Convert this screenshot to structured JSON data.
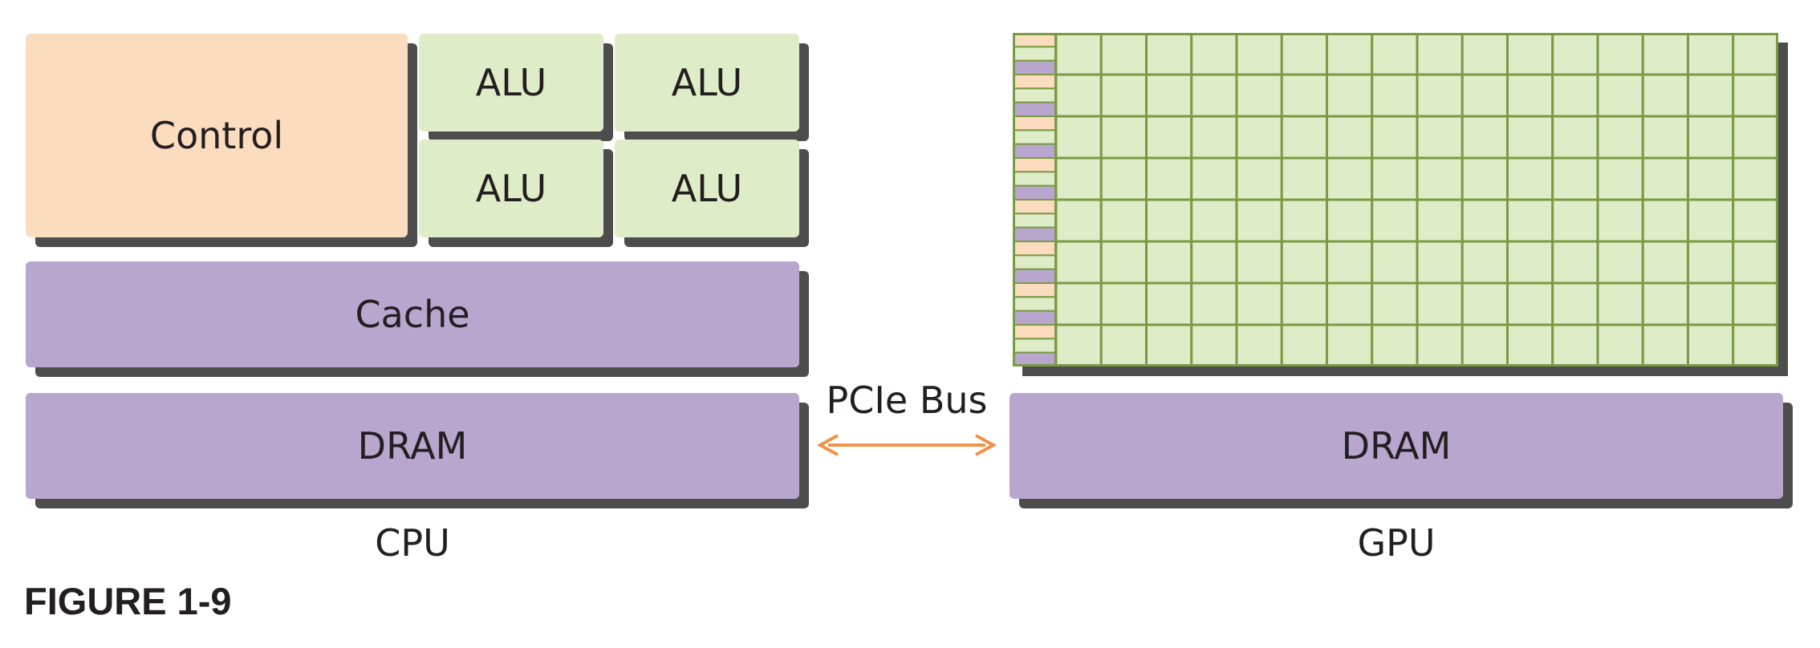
{
  "cpu": {
    "control": "Control",
    "alus": [
      "ALU",
      "ALU",
      "ALU",
      "ALU"
    ],
    "cache": "Cache",
    "dram": "DRAM",
    "label": "CPU"
  },
  "gpu": {
    "dram": "DRAM",
    "label": "GPU",
    "grid": {
      "rows": 8,
      "alu_columns": 16,
      "side_cell_colors": [
        "#fcdcbf",
        "#dfecc8",
        "#b8a6cf"
      ]
    }
  },
  "bus": {
    "label": "PCIe Bus"
  },
  "figure": {
    "caption": "FIGURE 1-9"
  },
  "colors": {
    "control": "#fcdcbf",
    "alu": "#dfecc8",
    "memory": "#b8a6cf",
    "grid_line": "#7a9a44",
    "arrow": "#f0924a",
    "shadow": "#4d4d4d"
  }
}
